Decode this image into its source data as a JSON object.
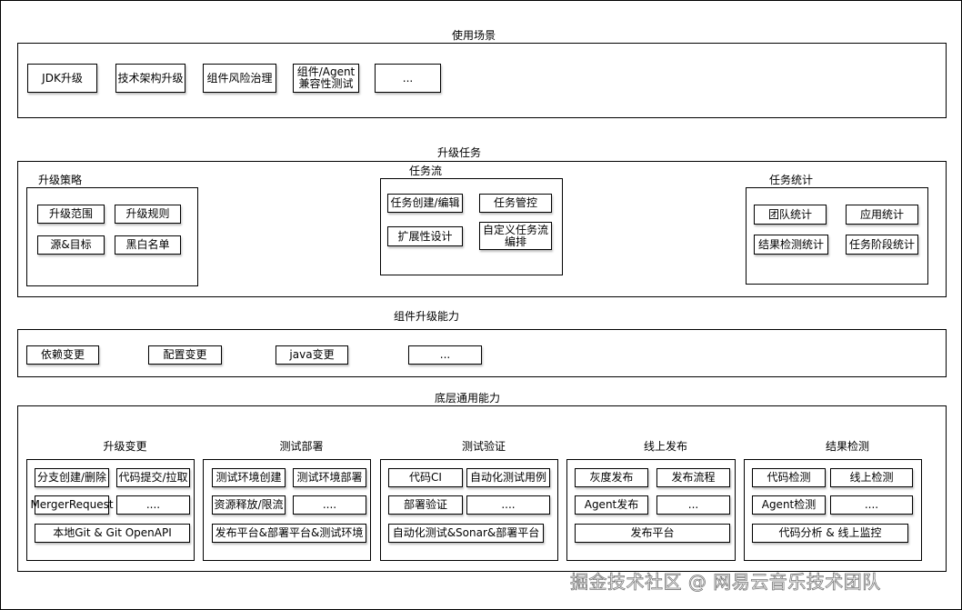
{
  "scenarios": {
    "title": "使用场景",
    "items": [
      "JDK升级",
      "技术架构升级",
      "组件风险治理",
      "组件/Agent\n兼容性测试",
      "..."
    ]
  },
  "upgrade_task": {
    "title": "升级任务",
    "strategy": {
      "title": "升级策略",
      "items": [
        "升级范围",
        "升级规则",
        "源&目标",
        "黑白名单"
      ]
    },
    "flow": {
      "title": "任务流",
      "items": [
        "任务创建/编辑",
        "任务管控",
        "扩展性设计",
        "自定义任务流\n编排"
      ]
    },
    "stats": {
      "title": "任务统计",
      "items": [
        "团队统计",
        "应用统计",
        "结果检测统计",
        "任务阶段统计"
      ]
    }
  },
  "component": {
    "title": "组件升级能力",
    "items": [
      "依赖变更",
      "配置变更",
      "java变更",
      "..."
    ]
  },
  "base": {
    "title": "底层通用能力",
    "groups": [
      {
        "title": "升级变更",
        "items": [
          "分支创建/删除",
          "代码提交/拉取",
          "MergerRequest",
          "....",
          "本地Git & Git OpenAPI"
        ]
      },
      {
        "title": "测试部署",
        "items": [
          "测试环境创建",
          "测试环境部署",
          "资源释放/限流",
          "....",
          "发布平台&部署平台&测试环境"
        ]
      },
      {
        "title": "测试验证",
        "items": [
          "代码CI",
          "自动化测试用例",
          "部署验证",
          "....",
          "自动化测试&Sonar&部署平台"
        ]
      },
      {
        "title": "线上发布",
        "items": [
          "灰度发布",
          "发布流程",
          "Agent发布",
          "...",
          "发布平台"
        ]
      },
      {
        "title": "结果检测",
        "items": [
          "代码检测",
          "线上检测",
          "Agent检测",
          "....",
          "代码分析 & 线上监控"
        ]
      }
    ]
  },
  "watermark": "掘金技术社区 @ 网易云音乐技术团队"
}
